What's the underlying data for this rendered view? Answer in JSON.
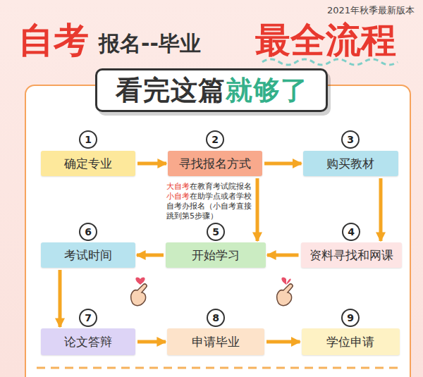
{
  "diagram": {
    "nodes": [
      {
        "text": [
          "看完这篇",
          "就够了"
        ]
      },
      {
        "text": [
          "确定专业"
        ]
      },
      {
        "text": [
          "寻找报名方式"
        ]
      },
      {
        "text": [
          "购买教材"
        ]
      },
      {
        "text": [
          "资料寻找和网课"
        ]
      },
      {
        "text": [
          "开始学习"
        ]
      },
      {
        "text": [
          "考试时间"
        ]
      },
      {
        "text": [
          "论文答辩"
        ]
      },
      {
        "text": [
          "申请毕业"
        ]
      },
      {
        "text": [
          "学位申请"
        ]
      }
    ],
    "edges": [
      {
        "from": 1,
        "to": 2,
        "arrow": "to"
      },
      {
        "from": 2,
        "to": 3,
        "arrow": "to"
      },
      {
        "from": 3,
        "to": 4,
        "arrow": "to"
      },
      {
        "from": 4,
        "to": 5,
        "arrow": "to"
      },
      {
        "from": 5,
        "to": 6,
        "arrow": "to"
      },
      {
        "from": 6,
        "to": 7,
        "arrow": "to"
      },
      {
        "from": 7,
        "to": 8,
        "arrow": "to"
      },
      {
        "from": 8,
        "to": 9,
        "arrow": "to"
      },
      {
        "from": 2,
        "to": 5,
        "arrow": "to"
      }
    ],
    "labels": [
      "2021年秋季最新版本",
      "自考",
      "报名--毕业",
      "最全流程",
      "1",
      "2",
      "3",
      "大自考",
      "在教育考试院报名",
      "小自考",
      "在助学点或者学校自考办报名（小自考直接跳到第5步骤）",
      "6",
      "5",
      "4",
      "7",
      "8",
      "9"
    ]
  }
}
